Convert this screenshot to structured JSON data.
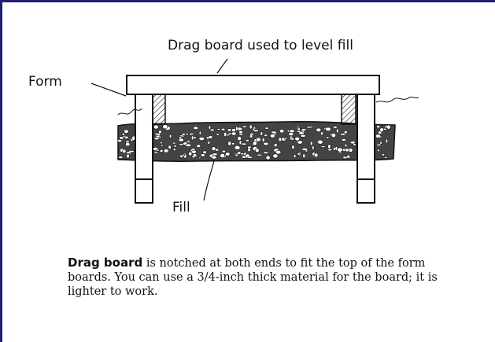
{
  "figure": {
    "labels": {
      "drag_board": "Drag board used to level fill",
      "form": "Form",
      "fill": "Fill"
    }
  },
  "caption": {
    "term": "Drag board",
    "text": " is notched at both ends to fit the top of the form boards. You can use a 3/4-inch thick material for the board; it is lighter to work."
  },
  "colors": {
    "frame_border": "#1f1f7a",
    "ink": "#111111"
  }
}
